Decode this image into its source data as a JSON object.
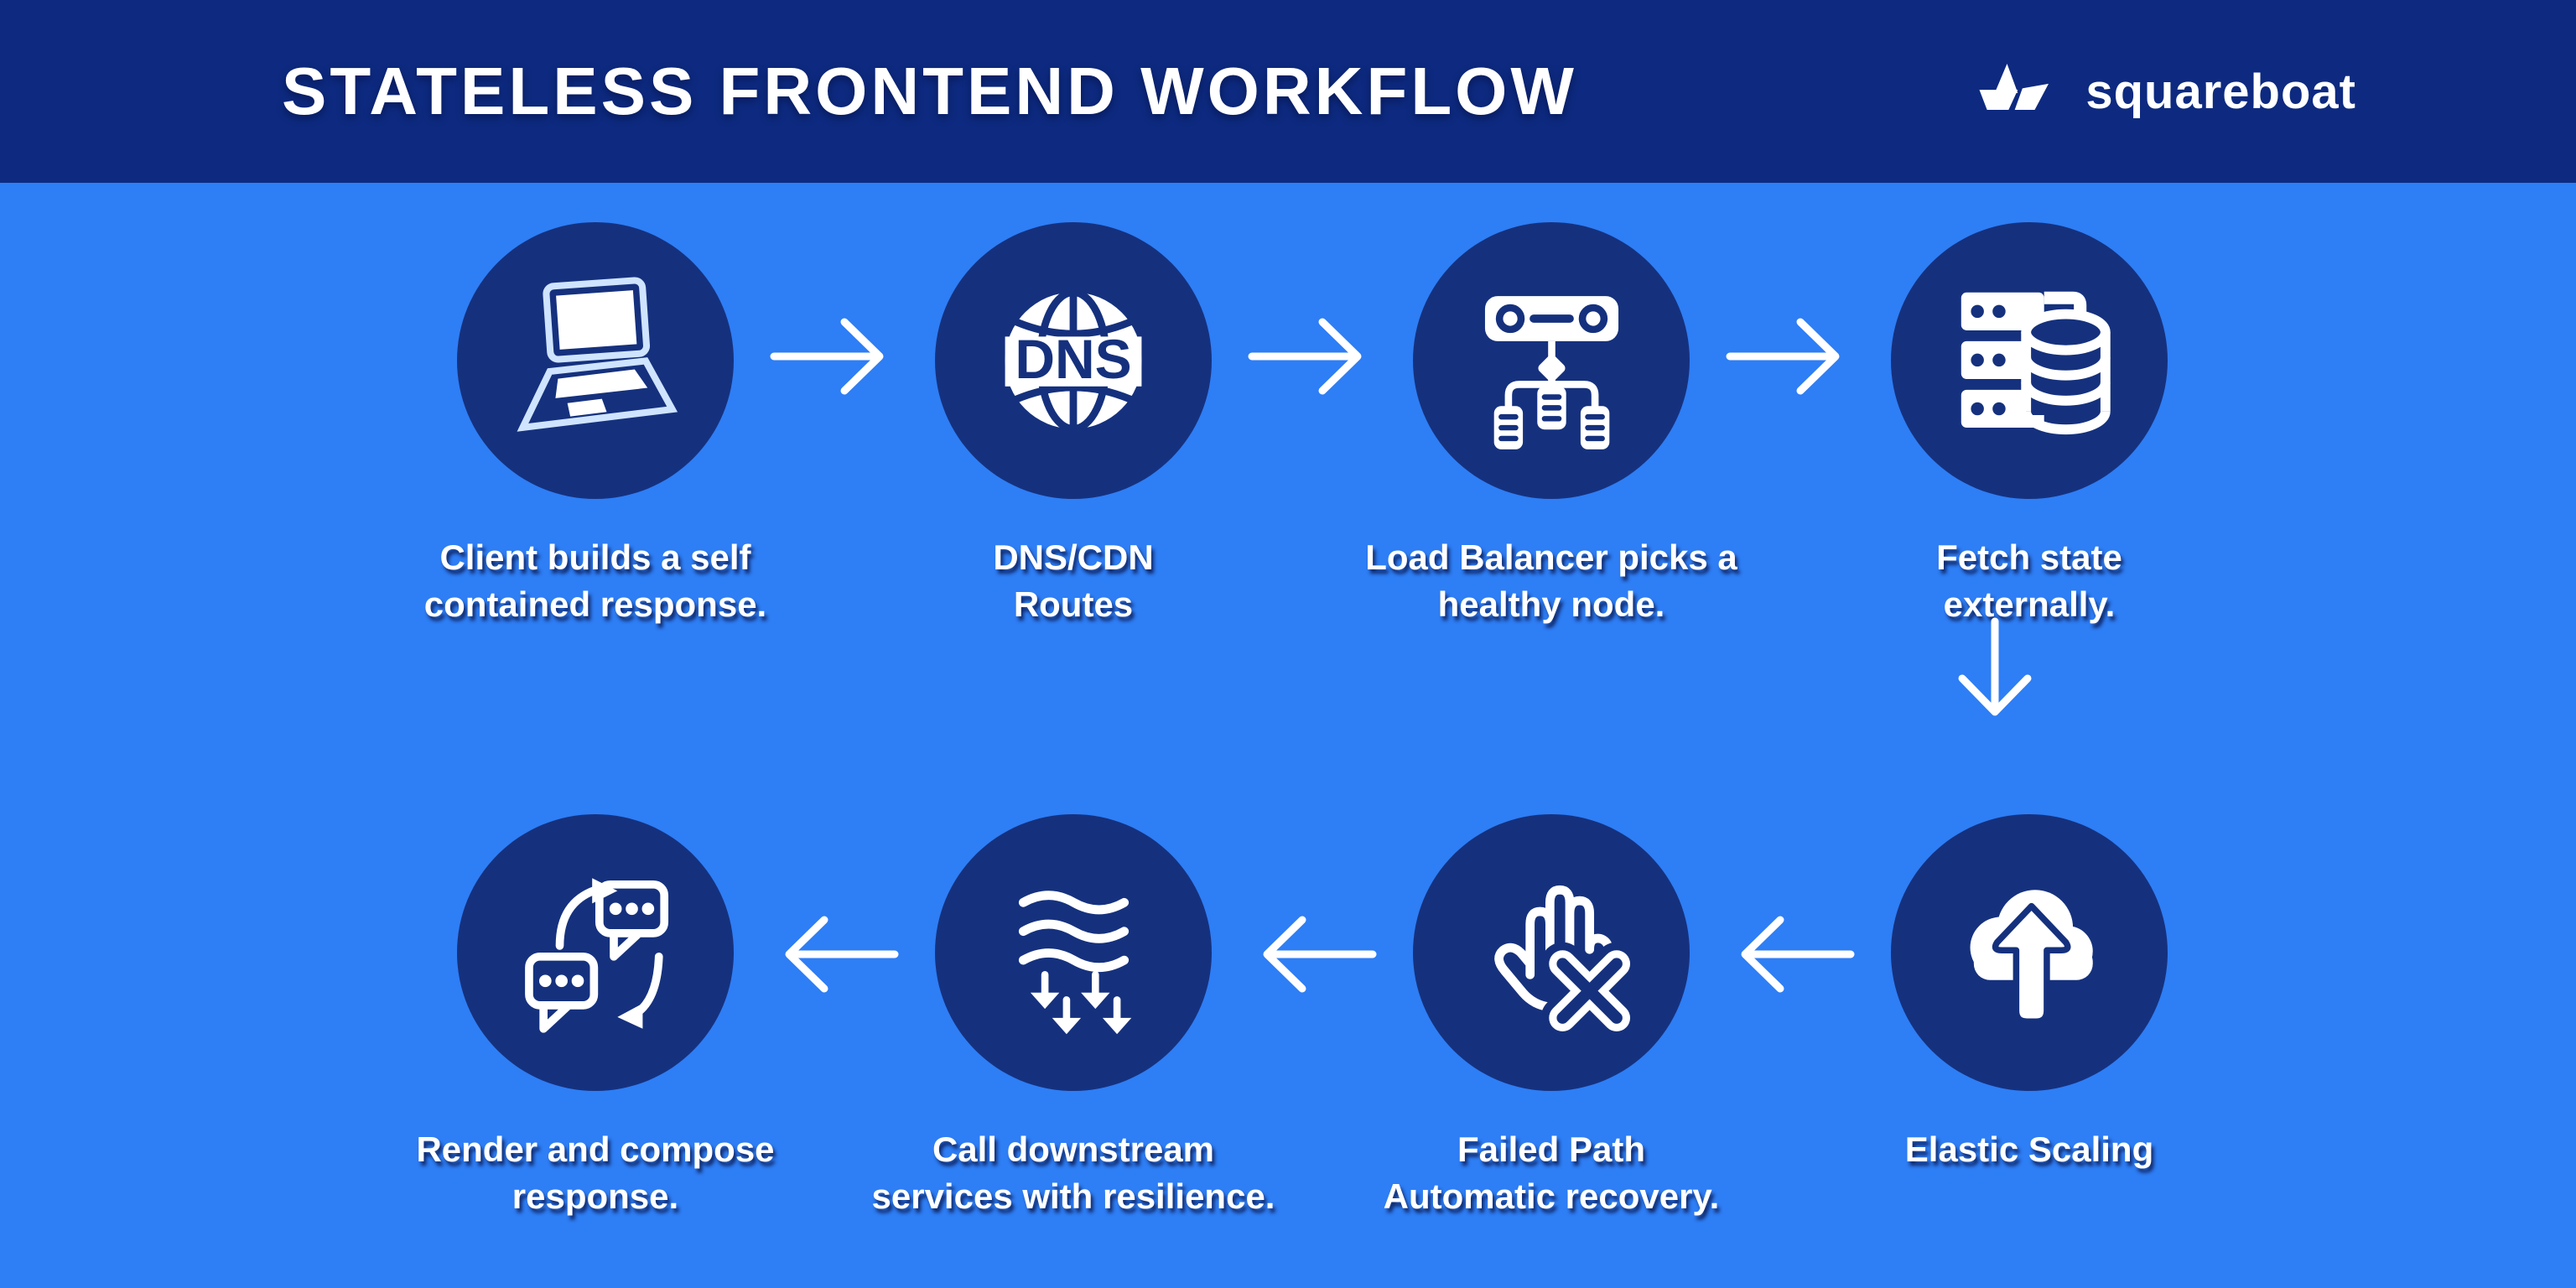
{
  "header": {
    "title": "STATELESS FRONTEND WORKFLOW",
    "brand": "squareboat"
  },
  "palette": {
    "header_bg": "#0d2a80",
    "canvas_bg": "#2e7ef5",
    "node_bg": "#15317e",
    "text": "#ffffff",
    "laptop_outline": "#cfe4ff"
  },
  "steps": [
    {
      "id": "client",
      "icon": "laptop-icon",
      "lines": [
        "Client builds a self",
        "contained response."
      ]
    },
    {
      "id": "dns-cdn",
      "icon": "dns-globe-icon",
      "icon_label": "DNS",
      "lines": [
        "DNS/CDN",
        "Routes"
      ]
    },
    {
      "id": "load-balancer",
      "icon": "load-balancer-icon",
      "lines": [
        "Load Balancer picks a",
        "healthy node."
      ]
    },
    {
      "id": "fetch-state",
      "icon": "server-database-icon",
      "lines": [
        "Fetch state",
        "externally."
      ]
    },
    {
      "id": "elastic-scaling",
      "icon": "cloud-upload-icon",
      "lines": [
        "Elastic Scaling"
      ]
    },
    {
      "id": "failed-path",
      "icon": "hand-block-icon",
      "lines": [
        "Failed Path",
        "Automatic recovery."
      ]
    },
    {
      "id": "call-downstream",
      "icon": "waves-downstream-icon",
      "lines": [
        "Call downstream",
        "services with resilience."
      ]
    },
    {
      "id": "render-compose",
      "icon": "chat-sync-icon",
      "lines": [
        "Render and compose",
        "response."
      ]
    }
  ],
  "flow": {
    "row1_left_to_right": [
      "client",
      "dns-cdn",
      "load-balancer",
      "fetch-state"
    ],
    "row2_right_to_left": [
      "elastic-scaling",
      "failed-path",
      "call-downstream",
      "render-compose"
    ]
  }
}
